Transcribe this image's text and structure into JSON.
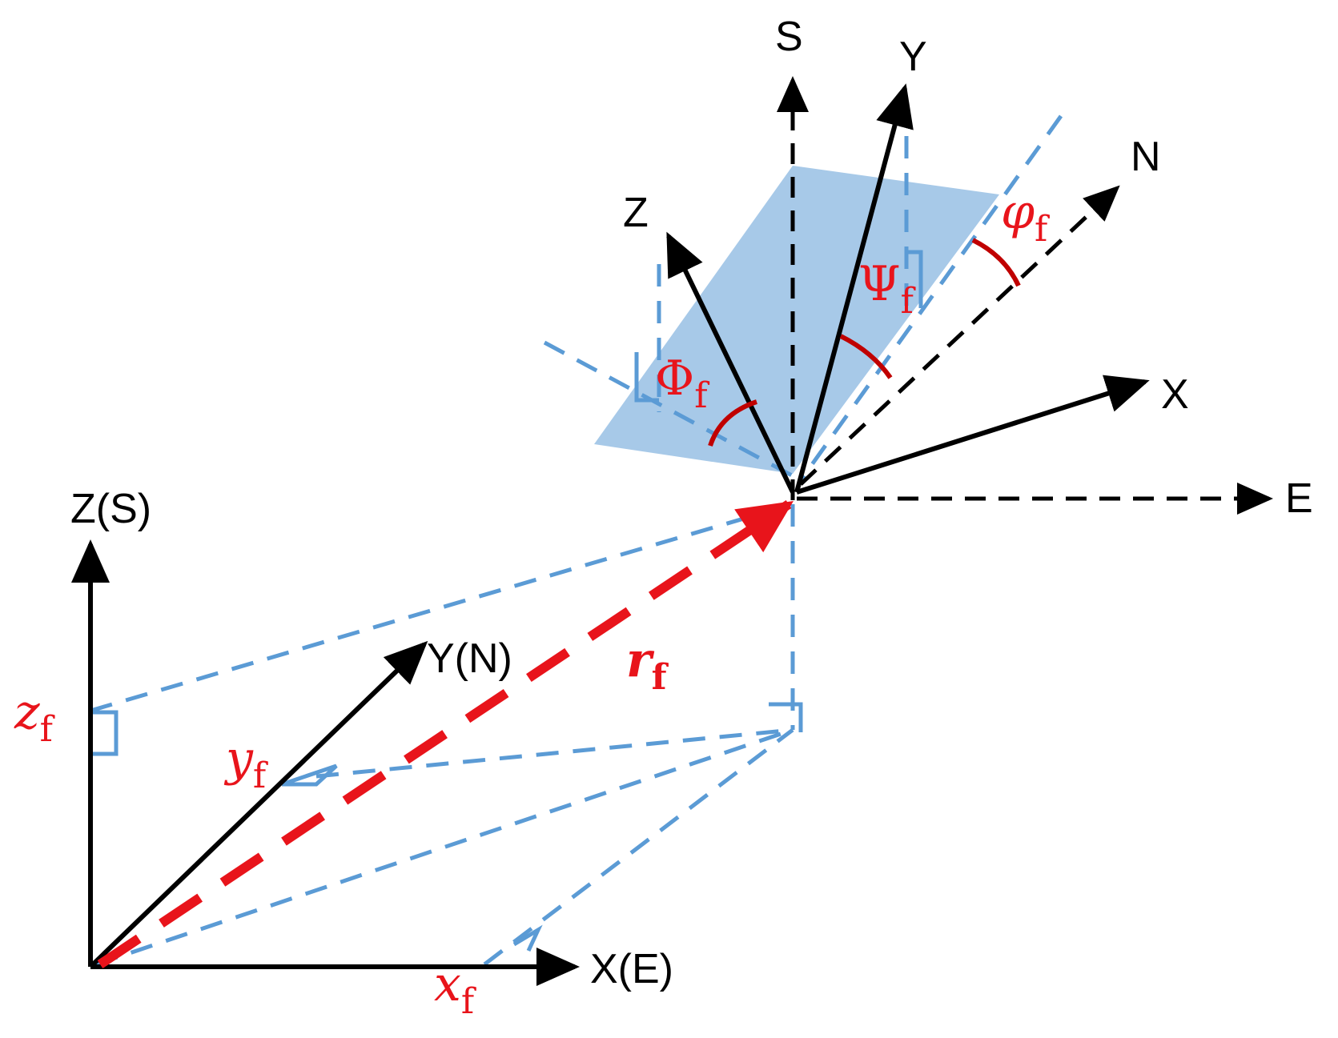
{
  "colors": {
    "axis": "#000000",
    "projection": "#5b9bd5",
    "plane": "#9dc3e6",
    "position_vector": "#e8141b",
    "angles": "#c00000"
  },
  "labels": {
    "global_z": "Z(S)",
    "global_y": "Y(N)",
    "global_x": "X(E)",
    "local_s": "S",
    "local_y": "Y",
    "local_n": "N",
    "local_z": "Z",
    "local_x": "X",
    "local_e": "E"
  },
  "math": {
    "z_main": "z",
    "y_main": "y",
    "x_main": "x",
    "r_main": "r",
    "phi_main": "Φ",
    "psi_main": "Ψ",
    "varphi_main": "φ",
    "sub": "f"
  }
}
